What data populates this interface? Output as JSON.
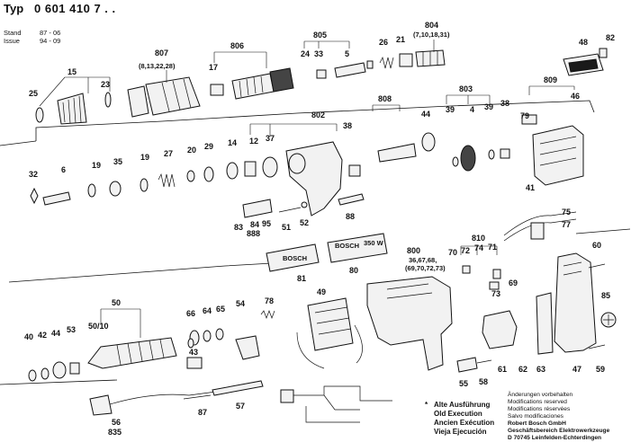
{
  "header": {
    "typ_label": "Typ",
    "typ_number": "0 601 410 7 . .",
    "stand_label": "Stand",
    "stand_value": "87 - 06",
    "issue_label": "Issue",
    "issue_value": "94 - 09"
  },
  "callouts": {
    "c15": "15",
    "c25": "25",
    "c23": "23",
    "c807": "807",
    "c807_sub": "(8,13,22,28)",
    "c806": "806",
    "c17": "17",
    "c805": "805",
    "c24": "24",
    "c33": "33",
    "c5": "5",
    "c26": "26",
    "c21": "21",
    "c804": "804",
    "c804_sub": "(7,10,18,31)",
    "c48": "48",
    "c82": "82",
    "c802": "802",
    "c12": "12",
    "c37": "37",
    "c38a": "38",
    "c808": "808",
    "c803": "803",
    "c809": "809",
    "c46": "46",
    "c44": "44",
    "c39a": "39",
    "c4": "4",
    "c39b": "39",
    "c38b": "38",
    "c79": "79",
    "c41": "41",
    "c32": "32",
    "c6": "6",
    "c19a": "19",
    "c35": "35",
    "c19b": "19",
    "c27": "27",
    "c20": "20",
    "c29": "29",
    "c14": "14",
    "c83": "83",
    "c84": "84",
    "c888": "888",
    "c95": "95",
    "c51": "51",
    "c52": "52",
    "c88": "88",
    "c75": "75",
    "c77": "77",
    "c810": "810",
    "c72": "72",
    "c74": "74",
    "c71": "71",
    "c70": "70",
    "c800": "800",
    "c800_sub1": "36,67,68,",
    "c800_sub2": "(69,70,72,73)",
    "c81": "81",
    "c80": "80",
    "c73": "73",
    "c69": "69",
    "c60": "60",
    "c78": "78",
    "c49": "49",
    "c50": "50",
    "c50_10": "50/10",
    "c66": "66",
    "c64": "64",
    "c65": "65",
    "c54": "54",
    "c40": "40",
    "c42": "42",
    "c44b": "44",
    "c53": "53",
    "c43": "43",
    "c63": "63",
    "c61": "61",
    "c62": "62",
    "c55": "55",
    "c58": "58",
    "c47": "47",
    "c59": "59",
    "c85": "85",
    "c56": "56",
    "c835": "835",
    "c87": "87",
    "c57": "57"
  },
  "labels": {
    "bosch_plate_1": "BOSCH",
    "bosch_plate_2": "BOSCH",
    "wattage": "350 W"
  },
  "legend": {
    "star": "*",
    "line1": "Alte Ausführung",
    "line2": "Old Execution",
    "line3": "Ancien Exécution",
    "line4": "Vieja Ejecución"
  },
  "footer": {
    "line1": "Änderungen vorbehalten",
    "line2": "Modifications reserved",
    "line3": "Modifications réservées",
    "line4": "Salvo modificaciones",
    "line5": "Robert Bosch GmbH",
    "line6": "Geschäftsbereich Elektrowerkzeuge",
    "line7": "D 70745 Leinfelden-Echterdingen"
  },
  "colors": {
    "ink": "#111111",
    "paper": "#ffffff"
  }
}
